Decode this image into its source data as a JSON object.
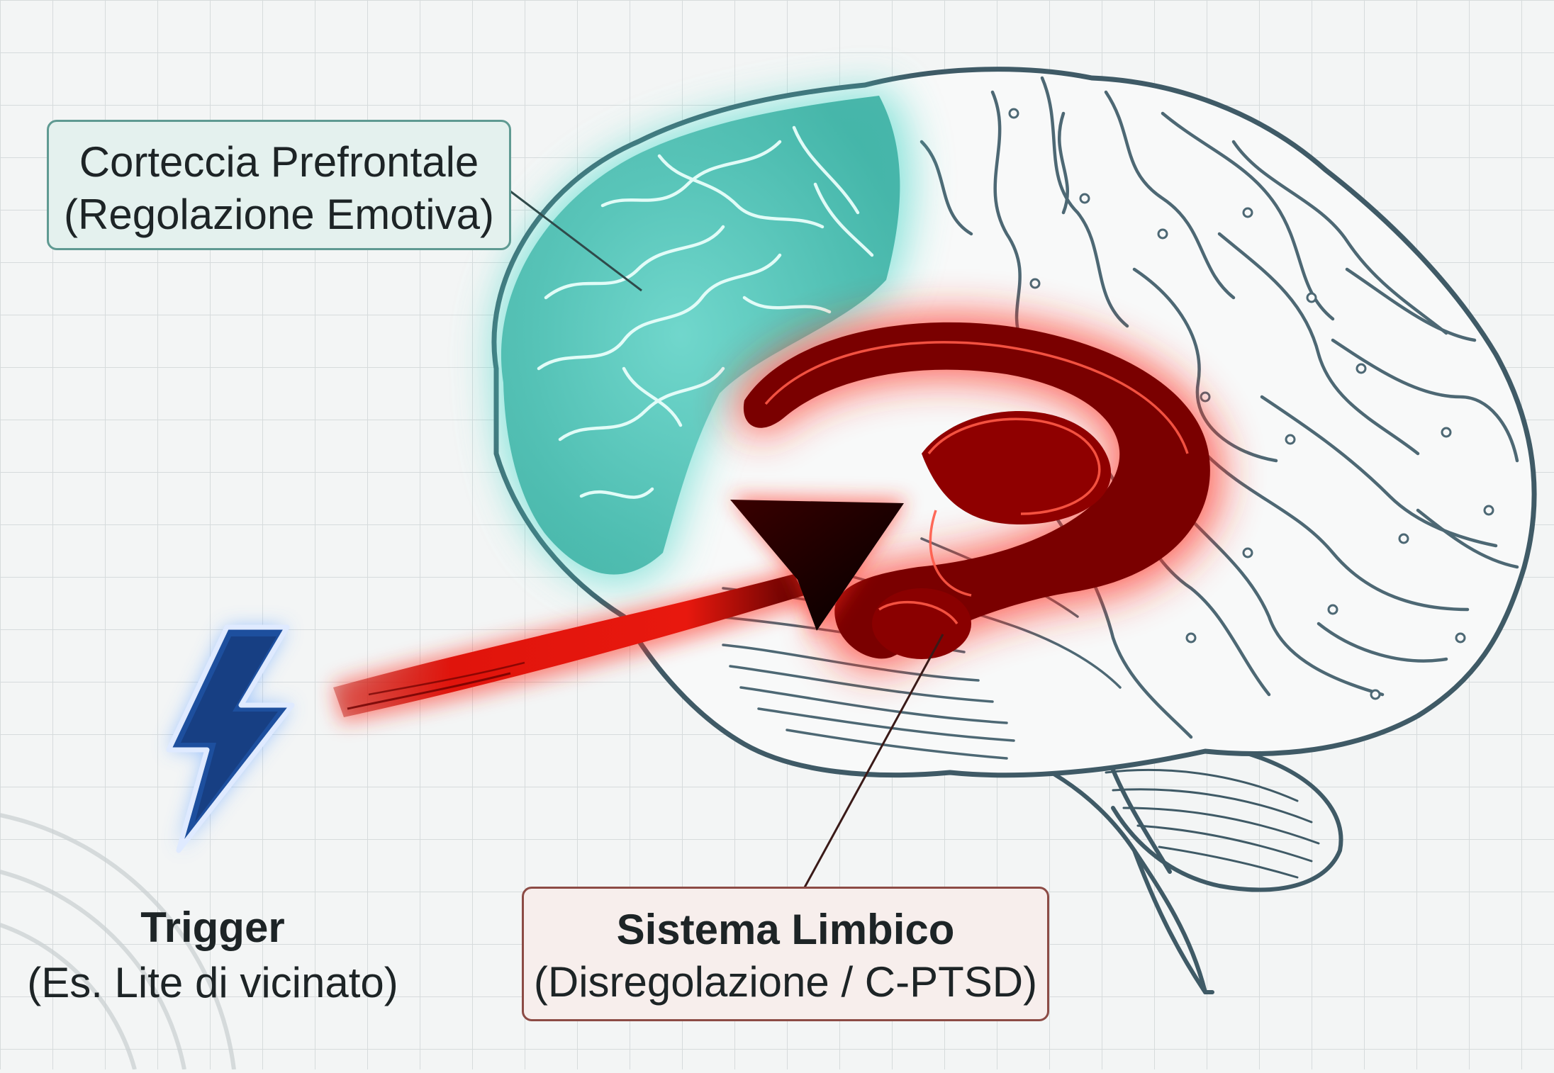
{
  "labels": {
    "prefrontal": {
      "title": "Corteccia Prefrontale",
      "subtitle": "(Regolazione Emotiva)"
    },
    "limbic": {
      "title": "Sistema Limbico",
      "subtitle": "(Disregolazione / C-PTSD)"
    },
    "trigger": {
      "title": "Trigger",
      "subtitle": "(Es. Lite di vicinato)"
    }
  },
  "icons": {
    "trigger": "lightning-bolt-icon",
    "arrow": "red-arrow-icon",
    "brain": "brain-outline-icon"
  },
  "colors": {
    "prefrontal_glow": "#45d7c8",
    "limbic_red": "#7a0000",
    "limbic_glow": "#ff2a1a",
    "arrow_red": "#e11a10",
    "bolt_blue": "#1d4f9e",
    "brain_outline": "#3f5a66",
    "grid": "#d6dbdc",
    "background": "#f3f5f5"
  }
}
